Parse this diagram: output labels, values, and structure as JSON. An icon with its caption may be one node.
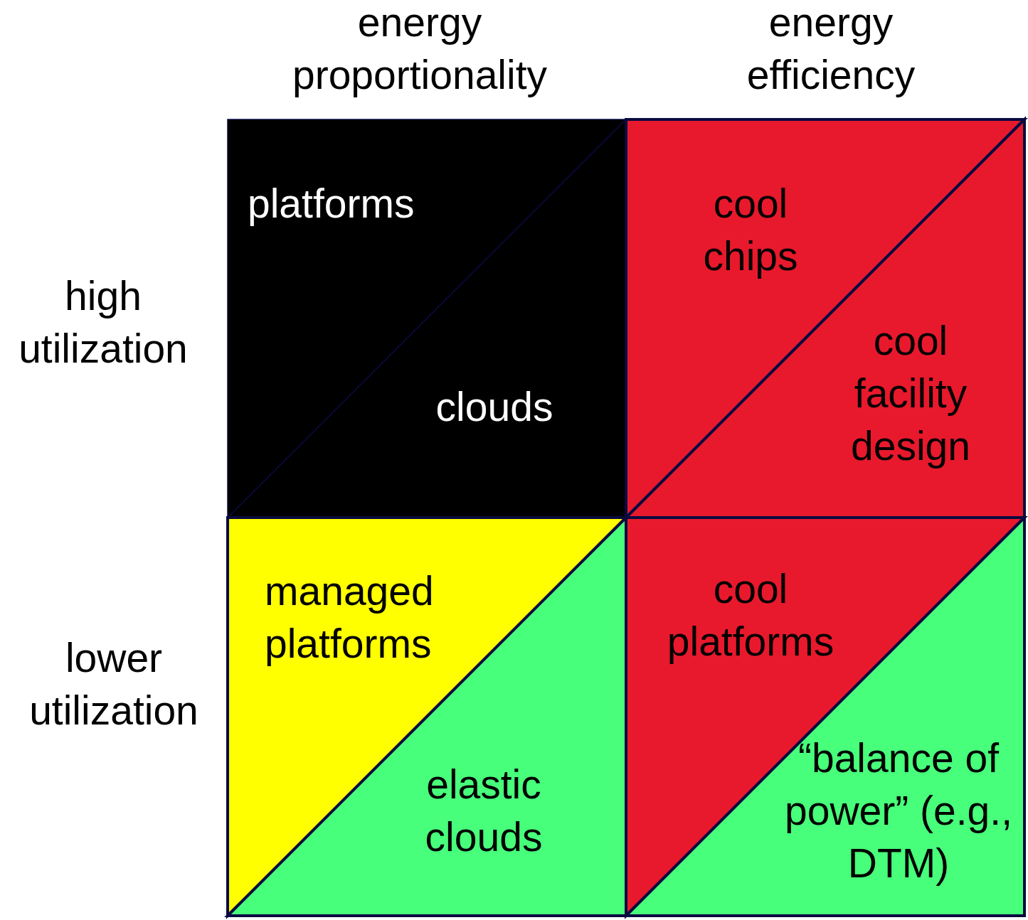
{
  "diagram": {
    "nodes": [
      {
        "text": [
          "platforms"
        ]
      },
      {
        "text": [
          "clouds"
        ]
      },
      {
        "text": [
          "cool chips"
        ]
      },
      {
        "text": [
          "cool facility design"
        ]
      },
      {
        "text": [
          "managed platforms"
        ]
      },
      {
        "text": [
          "elastic clouds"
        ]
      },
      {
        "text": [
          "cool platforms"
        ]
      },
      {
        "text": [
          "“balance of power” (e.g., DTM)"
        ]
      }
    ],
    "labels": [
      "energy proportionality",
      "energy efficiency",
      "high utilization",
      "lower utilization"
    ]
  }
}
